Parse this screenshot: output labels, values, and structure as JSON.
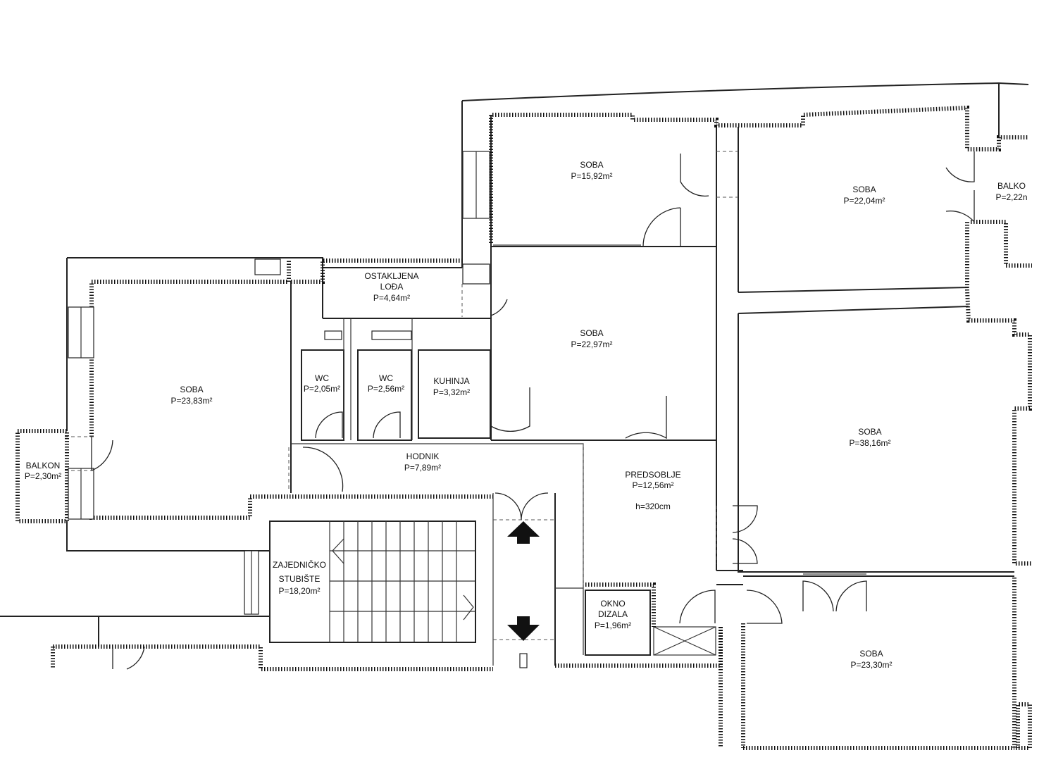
{
  "rooms": [
    {
      "id": "soba-top",
      "name": "SOBA",
      "area": "P=15,92m²"
    },
    {
      "id": "soba-topright",
      "name": "SOBA",
      "area": "P=22,04m²"
    },
    {
      "id": "balkon-right",
      "name": "BALKO",
      "area": "P=2,22n"
    },
    {
      "id": "ostakljena",
      "name": "OSTAKLJENA",
      "name2": "LOĐA",
      "area": "P=4,64m²"
    },
    {
      "id": "soba-center",
      "name": "SOBA",
      "area": "P=22,97m²"
    },
    {
      "id": "soba-left",
      "name": "SOBA",
      "area": "P=23,83m²"
    },
    {
      "id": "wc1",
      "name": "WC",
      "area": "P=2,05m²"
    },
    {
      "id": "wc2",
      "name": "WC",
      "area": "P=2,56m²"
    },
    {
      "id": "kuhinja",
      "name": "KUHINJA",
      "area": "P=3,32m²"
    },
    {
      "id": "balkon-left",
      "name": "BALKON",
      "area": "P=2,30m²"
    },
    {
      "id": "hodnik",
      "name": "HODNIK",
      "area": "P=7,89m²"
    },
    {
      "id": "soba-right",
      "name": "SOBA",
      "area": "P=38,16m²"
    },
    {
      "id": "predsoblje",
      "name": "PREDSOBLJE",
      "area": "P=12,56m²",
      "extra": "h=320cm"
    },
    {
      "id": "stubiste",
      "name": "ZAJEDNIČKO",
      "name2": "STUBIŠTE",
      "area": "P=18,20m²"
    },
    {
      "id": "okno",
      "name": "OKNO",
      "name2": "DIZALA",
      "area": "P=1,96m²"
    },
    {
      "id": "soba-bottom",
      "name": "SOBA",
      "area": "P=23,30m²"
    }
  ]
}
